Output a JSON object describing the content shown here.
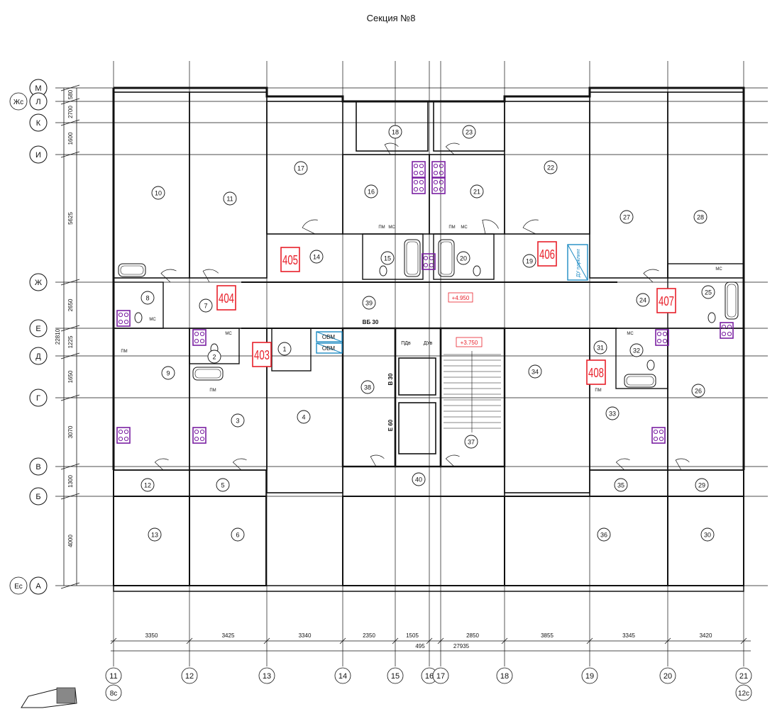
{
  "title": "Секция №8",
  "colors": {
    "line": "#111111",
    "unit_red": "#e8202a",
    "appliance": "#7a1fa2",
    "duct": "#1e8bc3"
  },
  "axes_top": [
    "М",
    "Л",
    "К",
    "И",
    "Ж",
    "Е",
    "Д",
    "Г",
    "В",
    "Б",
    "А"
  ],
  "axes_left_extra": {
    "zhs": "Жс",
    "es": "Ес"
  },
  "vertical_dims": [
    "580",
    "2700",
    "1600",
    "5625",
    "2650",
    "1225",
    "1650",
    "3070",
    "1300",
    "4000"
  ],
  "total_vertical": "22810",
  "axes_bottom": [
    "11",
    "12",
    "13",
    "14",
    "15",
    "16",
    "17",
    "18",
    "19",
    "20",
    "21"
  ],
  "axes_bottom_extra": {
    "left": "8с",
    "right": "12с"
  },
  "horizontal_dims": [
    "3350",
    "3425",
    "3340",
    "2350",
    "1505",
    "2850",
    "3855",
    "3345",
    "3420"
  ],
  "small_dim": "495",
  "total_horizontal": "27935",
  "room_numbers": [
    "1",
    "2",
    "3",
    "4",
    "5",
    "6",
    "7",
    "8",
    "9",
    "10",
    "11",
    "12",
    "13",
    "14",
    "15",
    "16",
    "17",
    "18",
    "19",
    "20",
    "21",
    "22",
    "23",
    "24",
    "25",
    "26",
    "27",
    "28",
    "29",
    "30",
    "31",
    "32",
    "33",
    "34",
    "35",
    "36",
    "37",
    "38",
    "39",
    "40"
  ],
  "unit_labels": [
    "403",
    "404",
    "405",
    "406",
    "407",
    "408"
  ],
  "marks": {
    "level_1": "+4.950",
    "level_2": "+3.750",
    "ovm_1": "ОВМ",
    "ovm_2": "ОВМ",
    "pdv": "ПДв",
    "dub": "ДУв",
    "vb30": "ВБ 30",
    "v30": "В 30",
    "l60": "Е 60",
    "parking": "ДУ парклинг",
    "ms": "МС",
    "pm": "ПМ"
  }
}
